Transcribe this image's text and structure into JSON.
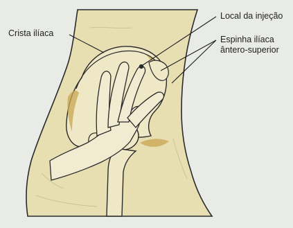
{
  "figure": {
    "labels": {
      "iliac_crest": "Crista ilíaca",
      "injection_site": "Local da injeção",
      "asis_line1": "Espinha ilíaca",
      "asis_line2": "ântero-superior"
    },
    "colors": {
      "background": "#e9ebe6",
      "skin": "#e7deb2",
      "ink": "#2a2a2a",
      "bone_shadow": "#c9a552"
    }
  }
}
